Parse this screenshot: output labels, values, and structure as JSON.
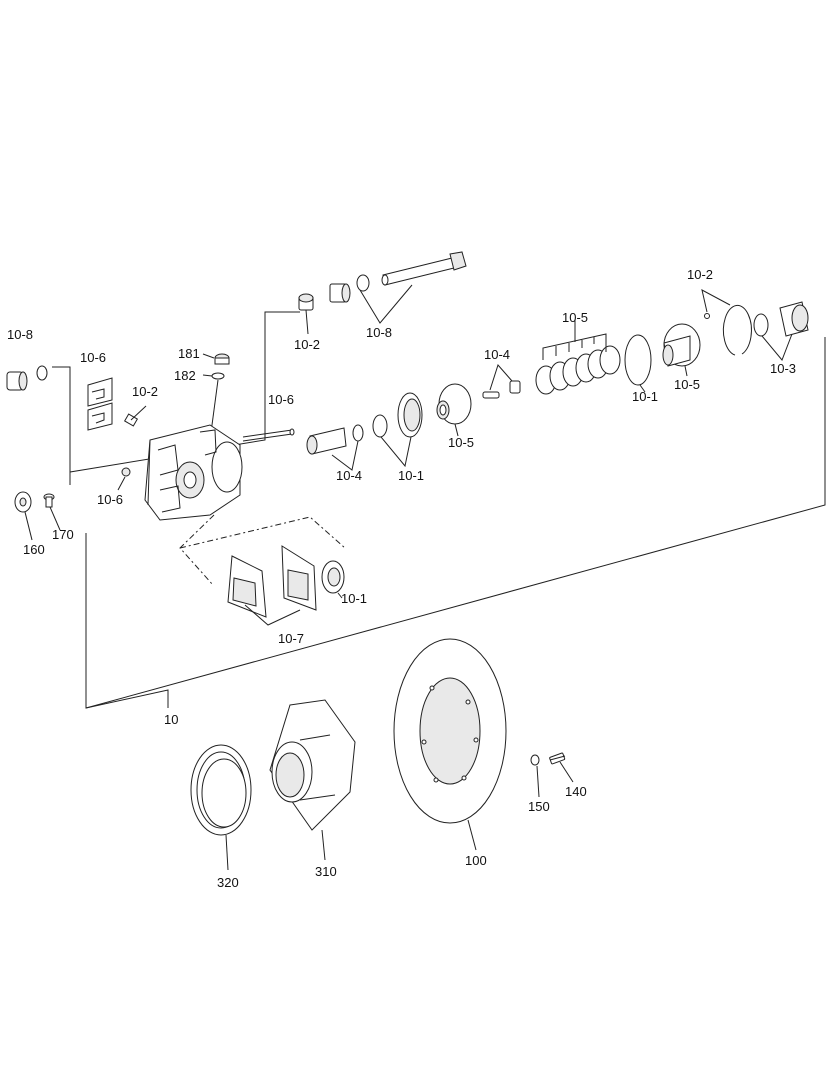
{
  "callouts": {
    "c10_8_left": "10-8",
    "c10_6_top": "10-6",
    "c10_2_mid": "10-2",
    "c181": "181",
    "c182": "182",
    "c10_6_pin": "10-6",
    "c10_6_nut": "10-6",
    "c160": "160",
    "c170": "170",
    "c10_2_top": "10-2",
    "c10_8_top": "10-8",
    "c10_4_mid": "10-4",
    "c10_1_mid": "10-1",
    "c10_5_mid": "10-5",
    "c10_4_top": "10-4",
    "c10_5_stack": "10-5",
    "c10_1_right": "10-1",
    "c10_5_right": "10-5",
    "c10_2_right": "10-2",
    "c10_3": "10-3",
    "c10_1_low": "10-1",
    "c10_7": "10-7",
    "c10": "10",
    "c320": "320",
    "c310": "310",
    "c100": "100",
    "c150": "150",
    "c140": "140"
  }
}
